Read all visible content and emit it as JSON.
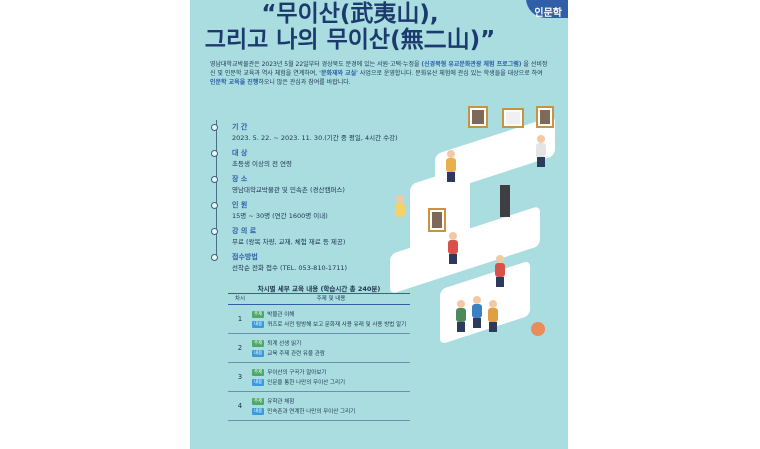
{
  "title": {
    "line1": "“무이산(武夷山),",
    "line2": "그리고 나의 무이산(無二山)”"
  },
  "badge": {
    "text": "인문학"
  },
  "intro": {
    "text_a": "영남대학교박물관은 2023년 5월 22일부터 경상북도 문경에 있는 서원·고택·누정을 ",
    "highlight_a": "(신경북형 유교문화관광 체험 프로그램)",
    "text_b": " 을 선비정신 및 인문학 교육과 역사 체험을 연계하여, ",
    "highlight_b": "'문화재와 교실'",
    "text_c": " 사업으로 운영합니다. 문화유산 체험에 관심 있는 학생들을 대상으로 하여 ",
    "highlight_c": "인문학 교육을 진행",
    "text_d": "하오니 많은 관심과 참여를 바랍니다."
  },
  "info": [
    {
      "label": "기   간",
      "value": "2023. 5. 22. ~ 2023. 11. 30.(기간 중 평일, 4시간 수강)"
    },
    {
      "label": "대   상",
      "value": "초등생 이상의 전 연령"
    },
    {
      "label": "장   소",
      "value": "영남대학교박물관 및 민속촌 (경산캠퍼스)"
    },
    {
      "label": "인   원",
      "value": "15명 ~ 30명 (연간 1600명 이내)"
    },
    {
      "label": "강 의 료",
      "value": "무료 (왕복 차량, 교재, 체험 재료 등 제공)"
    },
    {
      "label": "접수방법",
      "value": "선착순 전화 접수 (TEL. 053-810-1711)"
    }
  ],
  "table": {
    "title": "차시별 세부 교육 내용 (학습시간 총 240분)",
    "col_session": "차시",
    "col_content": "주제 및 내용",
    "rows": [
      {
        "n": "1",
        "t1": "박물관 이해",
        "t2": "퀴즈로 사전 탐방해 보고 문화재 사용 유래 및 사용 방법 알기"
      },
      {
        "n": "2",
        "t1": "퇴계 선생 읽기",
        "t2": "교육 주제 관련 유물 관람"
      },
      {
        "n": "3",
        "t1": "무이산의 구곡가 알아보기",
        "t2": "인문을 통한 나만의 무이산 그리기"
      },
      {
        "n": "4",
        "t1": "유학관 체험",
        "t2": "민속촌과 연계한 나만의 무이산 그리기"
      }
    ]
  },
  "colors": {
    "poster_bg": "#a9dde0",
    "title": "#1d3a6e",
    "accent": "#2f5fa8",
    "tag_green": "#4ea86b",
    "tag_blue": "#3b9ad9"
  }
}
